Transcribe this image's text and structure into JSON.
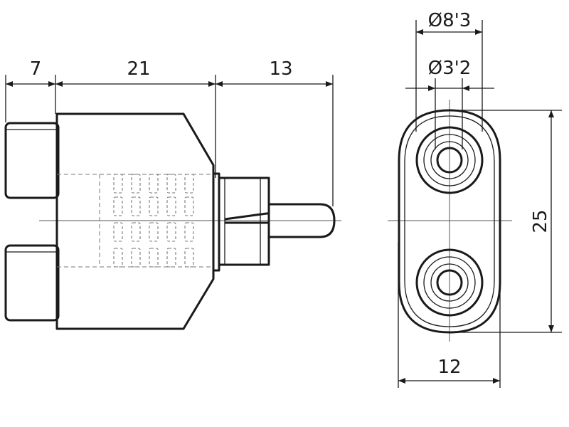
{
  "dimensions": {
    "socket_depth": "7",
    "body_length": "21",
    "plug_length": "13",
    "outer_diameter": "Ø8'3",
    "inner_diameter": "Ø3'2",
    "height": "25",
    "width": "12"
  },
  "colors": {
    "line": "#1a1a1a",
    "grey_line": "#777777",
    "background": "#ffffff"
  }
}
